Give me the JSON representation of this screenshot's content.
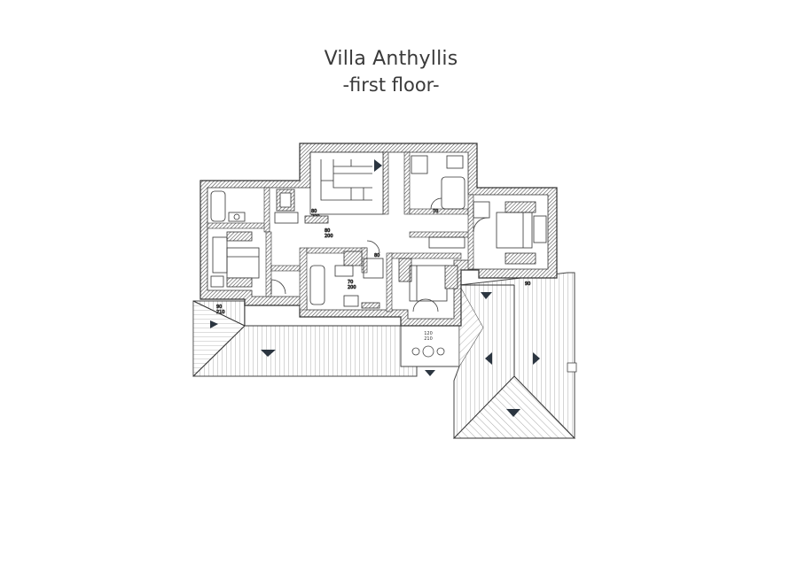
{
  "header": {
    "title": "Villa Anthyllis",
    "subtitle": "-first floor-"
  },
  "colors": {
    "wall_hatch": "#444444",
    "line": "#333333",
    "arrow": "#2b3540",
    "roof_line": "#555555",
    "background": "#ffffff"
  },
  "dimension_labels": {
    "stair_door": "80\n200",
    "bath_left": "80\n200",
    "hall_center": "70\n200",
    "bed_left": "90\n210",
    "terrace": "120\n210"
  }
}
